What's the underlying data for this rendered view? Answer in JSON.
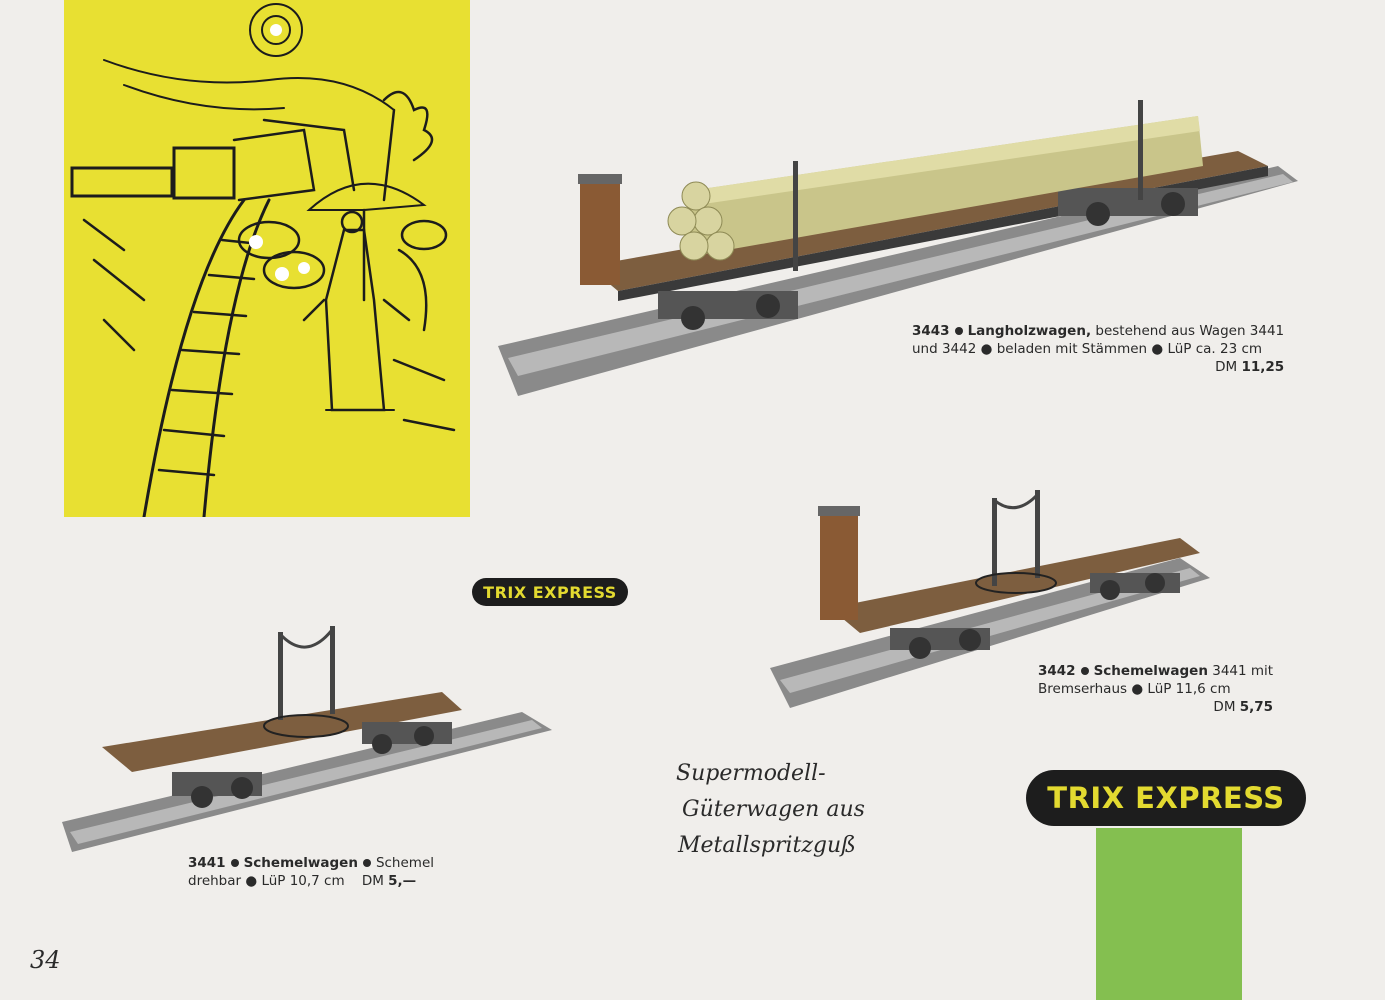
{
  "brand": {
    "badge_small": "TRIX EXPRESS",
    "badge_large": "TRIX EXPRESS",
    "accent_color": "#e3da30",
    "badge_color": "#1d1d1d",
    "panel_color": "#e8e032",
    "green_color": "#84bf50"
  },
  "products": [
    {
      "number": "3443",
      "name": "Langholzwagen,",
      "line1_rest": "bestehend aus Wagen 3441",
      "line2": "und 3442 ● beladen mit Stämmen ● LüP ca. 23 cm",
      "price_label": "DM",
      "price": "11,25"
    },
    {
      "number": "3442",
      "name": "Schemelwagen",
      "line1_rest": "3441 mit",
      "line2": "Bremserhaus ● LüP 11,6 cm",
      "price_label": "DM",
      "price": "5,75"
    },
    {
      "number": "3441",
      "name": "Schemelwagen",
      "line1_rest": "Schemel",
      "line2": "drehbar ● LüP 10,7 cm",
      "price_label": "DM",
      "price": "5,—"
    }
  ],
  "script_lines": [
    "Supermodell-",
    "Güterwagen aus",
    "Metallspritzguß"
  ],
  "page_number": "34"
}
